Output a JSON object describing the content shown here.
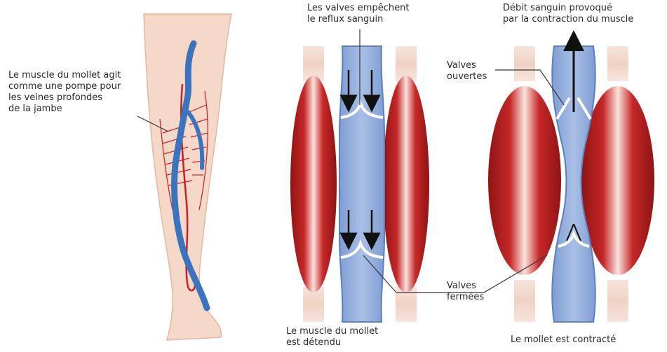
{
  "colors": {
    "skin": "#f6d8c8",
    "skin_outline": "#e3b7a4",
    "artery": "#c8202a",
    "vein": "#3a74bf",
    "muscle_dark": "#b71c1c",
    "muscle_light": "#f3c7c2",
    "vein_fill": "#8fa9d8",
    "vein_wall": "#5d7fbf",
    "tendon": "#f1d9cf",
    "text": "#2b2b2b"
  },
  "labels": {
    "leg_note": {
      "line1": "Le muscle du mollet agit",
      "line2": "comme une pompe pour",
      "line3": "les veines profondes",
      "line4": "de la jambe"
    },
    "valves_prevent": {
      "line1": "Les valves empêchent",
      "line2": "le reflux sanguin"
    },
    "flow": {
      "line1": "Débit sanguin provoqué",
      "line2": "par la contraction du muscle"
    },
    "valves_open": {
      "line1": "Valves",
      "line2": "ouvertes"
    },
    "valves_closed": {
      "line1": "Valves",
      "line2": "fermées"
    },
    "relaxed": {
      "line1": "Le muscle du mollet",
      "line2": "est détendu"
    },
    "contracted": {
      "line1": "Le mollet est contracté"
    }
  }
}
